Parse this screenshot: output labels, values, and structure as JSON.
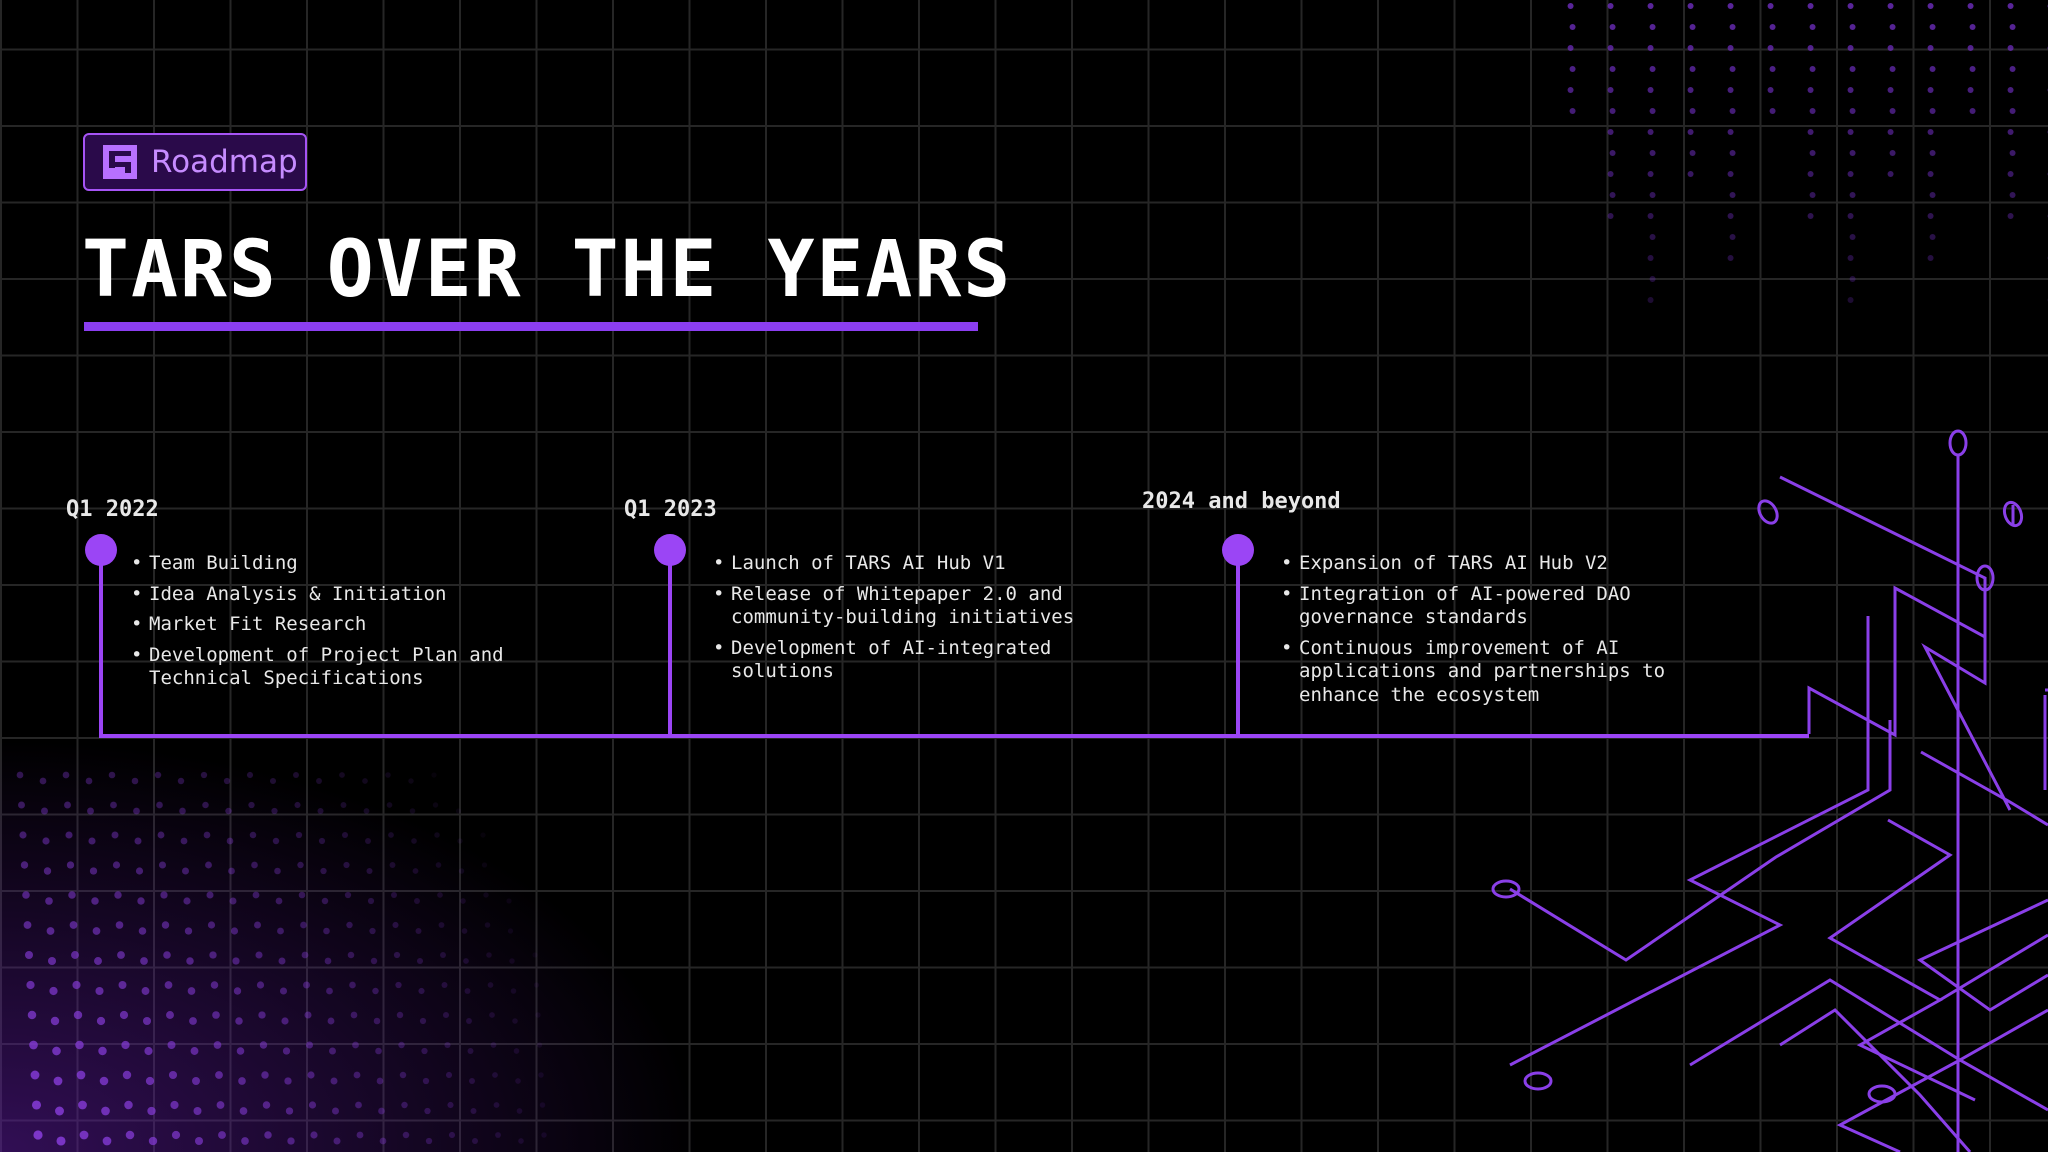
{
  "badge": {
    "label": "Roadmap",
    "icon": "roadmap-logo-icon"
  },
  "title": "TARS OVER THE YEARS",
  "colors": {
    "accent": "#9b45f5",
    "background": "#000000",
    "grid": "#262626",
    "badge_bg": "#2a0a4a",
    "badge_text": "#c68cff"
  },
  "timeline": {
    "phases": [
      {
        "label": "Q1 2022",
        "items": [
          "Team Building",
          "Idea Analysis & Initiation",
          "Market Fit Research",
          "Development of Project Plan and Technical Specifications"
        ]
      },
      {
        "label": "Q1 2023",
        "items": [
          "Launch of TARS AI Hub V1",
          "Release of Whitepaper 2.0 and community-building initiatives",
          "Development of AI-integrated solutions"
        ]
      },
      {
        "label": "2024 and beyond",
        "items": [
          "Expansion of TARS AI Hub V2",
          "Integration of AI-powered DAO governance standards",
          "Continuous improvement of AI applications and partnerships to enhance the ecosystem"
        ]
      }
    ]
  }
}
